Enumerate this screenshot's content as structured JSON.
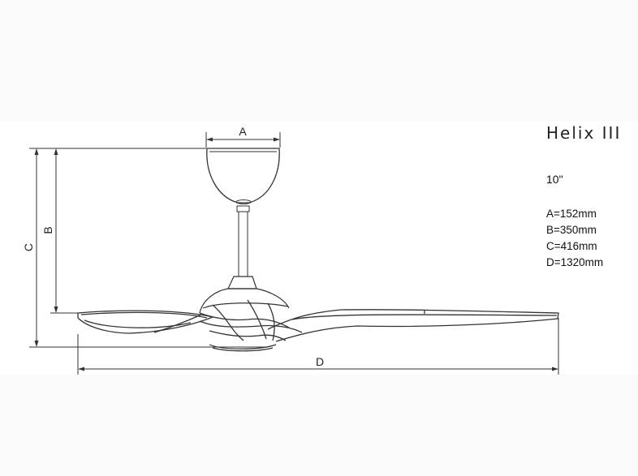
{
  "product": {
    "name": "Helix III",
    "size": "10\""
  },
  "dimensions": [
    {
      "key": "A",
      "label": "A",
      "text": "A=152mm"
    },
    {
      "key": "B",
      "label": "B",
      "text": "B=350mm"
    },
    {
      "key": "C",
      "label": "C",
      "text": "C=416mm"
    },
    {
      "key": "D",
      "label": "D",
      "text": "D=1320mm"
    }
  ],
  "colors": {
    "line": "#333333",
    "text": "#222222",
    "background": "#ffffff"
  }
}
